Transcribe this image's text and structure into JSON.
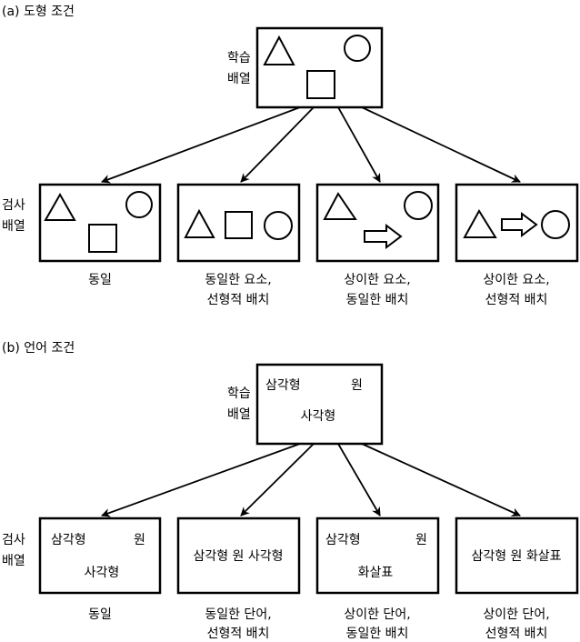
{
  "panel_a": {
    "title": "(a) 도형 조건",
    "study_label": [
      "학습",
      "배열"
    ],
    "test_label": [
      "검사",
      "배열"
    ],
    "captions": [
      [
        "동일",
        ""
      ],
      [
        "동일한 요소,",
        "선형적 배치"
      ],
      [
        "상이한 요소,",
        "동일한 배치"
      ],
      [
        "상이한 요소,",
        "선형적 배치"
      ]
    ]
  },
  "panel_b": {
    "title": "(b) 언어 조건",
    "study_label": [
      "학습",
      "배열"
    ],
    "test_label": [
      "검사",
      "배열"
    ],
    "study_words": [
      "삼각형",
      "원",
      "사각형"
    ],
    "test_words": [
      [
        "삼각형",
        "원",
        "사각형"
      ],
      [
        "삼각형 원 사각형"
      ],
      [
        "삼각형",
        "원",
        "화살표"
      ],
      [
        "삼각형 원 화살표"
      ]
    ],
    "captions": [
      [
        "동일",
        ""
      ],
      [
        "동일한 단어,",
        "선형적 배치"
      ],
      [
        "상이한 단어,",
        "동일한 배치"
      ],
      [
        "상이한 단어,",
        "선형적 배치"
      ]
    ]
  }
}
